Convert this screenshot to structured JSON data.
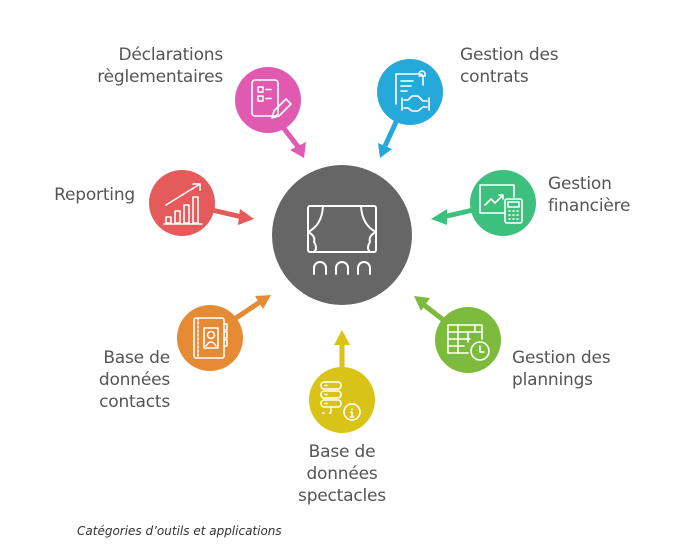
{
  "center": {
    "name": "Spectacle / Salle",
    "icon": "theater-stage-icon",
    "color": "#666666"
  },
  "categories": [
    {
      "id": "declarations",
      "label": "Déclarations règlementaires",
      "lines": [
        "Déclarations",
        "règlementaires"
      ],
      "icon": "checklist-pencil-icon",
      "color": "#E05BB0"
    },
    {
      "id": "contrats",
      "label": "Gestion des contrats",
      "lines": [
        "Gestion des",
        "contrats"
      ],
      "icon": "contract-handshake-icon",
      "color": "#25A8DA"
    },
    {
      "id": "reporting",
      "label": "Reporting",
      "lines": [
        "Reporting"
      ],
      "icon": "bar-chart-growth-icon",
      "color": "#E55B5B"
    },
    {
      "id": "financiere",
      "label": "Gestion financière",
      "lines": [
        "Gestion",
        "financière"
      ],
      "icon": "chart-calculator-icon",
      "color": "#3DC07E"
    },
    {
      "id": "contacts",
      "label": "Base de données contacts",
      "lines": [
        "Base de",
        "données",
        "contacts"
      ],
      "icon": "address-book-icon",
      "color": "#E68A34"
    },
    {
      "id": "spectacles",
      "label": "Base de données spectacles",
      "lines": [
        "Base de",
        "données",
        "spectacles"
      ],
      "icon": "database-info-icon",
      "color": "#D9C317"
    },
    {
      "id": "plannings",
      "label": "Gestion des plannings",
      "lines": [
        "Gestion des",
        "plannings"
      ],
      "icon": "calendar-clock-icon",
      "color": "#7CBB3C"
    }
  ],
  "caption": "Catégories d’outils et applications"
}
